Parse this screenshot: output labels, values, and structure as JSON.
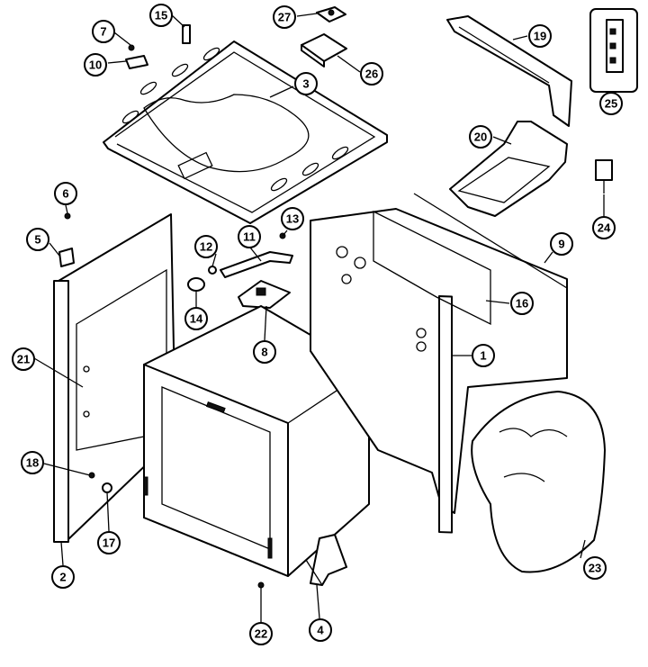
{
  "callouts": [
    {
      "id": "c15",
      "label": "15"
    },
    {
      "id": "c27",
      "label": "27"
    },
    {
      "id": "c19",
      "label": "19"
    },
    {
      "id": "c25",
      "label": "25"
    },
    {
      "id": "c7",
      "label": "7"
    },
    {
      "id": "c10",
      "label": "10"
    },
    {
      "id": "c26",
      "label": "26"
    },
    {
      "id": "c3",
      "label": "3"
    },
    {
      "id": "c20",
      "label": "20"
    },
    {
      "id": "c24",
      "label": "24"
    },
    {
      "id": "c6",
      "label": "6"
    },
    {
      "id": "c5",
      "label": "5"
    },
    {
      "id": "c13",
      "label": "13"
    },
    {
      "id": "c11",
      "label": "11"
    },
    {
      "id": "c12",
      "label": "12"
    },
    {
      "id": "c9",
      "label": "9"
    },
    {
      "id": "c16",
      "label": "16"
    },
    {
      "id": "c14",
      "label": "14"
    },
    {
      "id": "c8",
      "label": "8"
    },
    {
      "id": "c21",
      "label": "21"
    },
    {
      "id": "c1",
      "label": "1"
    },
    {
      "id": "c18",
      "label": "18"
    },
    {
      "id": "c17",
      "label": "17"
    },
    {
      "id": "c2",
      "label": "2"
    },
    {
      "id": "c23",
      "label": "23"
    },
    {
      "id": "c22",
      "label": "22"
    },
    {
      "id": "c4",
      "label": "4"
    }
  ]
}
